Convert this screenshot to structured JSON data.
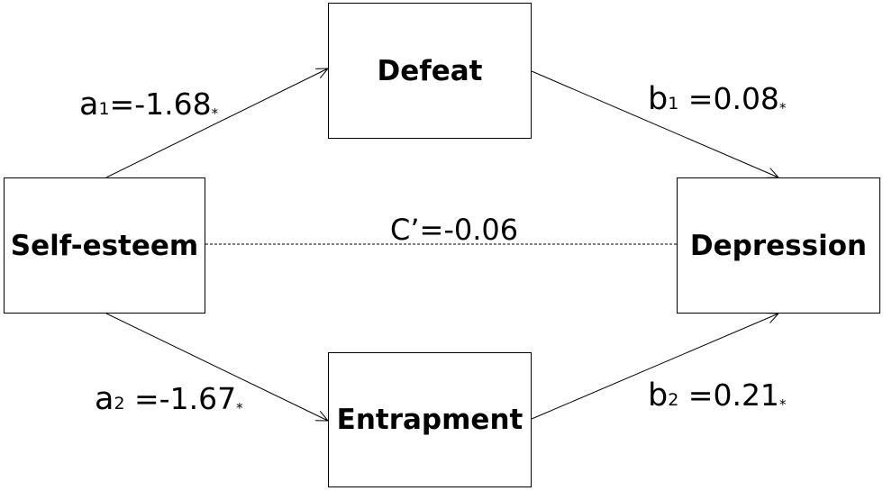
{
  "nodes": {
    "self_esteem": "Self-esteem",
    "defeat": "Defeat",
    "depression": "Depression",
    "entrapment": "Entrapment"
  },
  "paths": {
    "a1": {
      "symbol": "a",
      "subscript": "1",
      "value": "=-1.68",
      "significance": "*"
    },
    "b1": {
      "symbol": "b",
      "subscript": "1",
      "value": " =0.08",
      "significance": "*"
    },
    "c_prime": {
      "label": "C’=-0.06"
    },
    "a2": {
      "symbol": "a",
      "subscript": "2",
      "value": " =-1.67",
      "significance": "*"
    },
    "b2": {
      "symbol": "b",
      "subscript": "2",
      "value": " =0.21",
      "significance": "*"
    }
  },
  "colors": {
    "line": "#000000",
    "background": "#ffffff"
  }
}
